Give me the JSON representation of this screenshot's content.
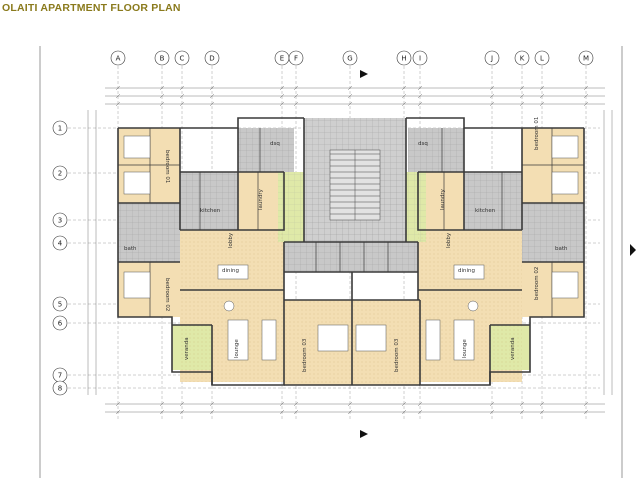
{
  "header": {
    "title": "OLAITI APARTMENT FLOOR PLAN"
  },
  "grid": {
    "columns": [
      "A",
      "B",
      "C",
      "D",
      "E",
      "F",
      "G",
      "H",
      "I",
      "J",
      "K",
      "L",
      "M"
    ],
    "rows": [
      "1",
      "2",
      "3",
      "4",
      "5",
      "6",
      "7",
      "8"
    ]
  },
  "rooms": {
    "bedroom_01_left": "bedroom 01",
    "bedroom_02_left": "bedroom 02",
    "bedroom_01_right": "bedroom 01",
    "bedroom_02_right": "bedroom 02",
    "bedroom_03_left": "bedroom 03",
    "bedroom_03_right": "bedroom 03",
    "kitchen_left": "kitchen",
    "kitchen_right": "kitchen",
    "dining_left": "dining",
    "dining_right": "dining",
    "lounge_left": "lounge",
    "lounge_right": "lounge",
    "veranda_left": "veranda",
    "veranda_right": "veranda",
    "dsq_left": "dsq",
    "dsq_right": "dsq",
    "bath_left": "bath",
    "bath_right": "bath",
    "lobby_left": "lobby",
    "lobby_right": "lobby",
    "laundry_left": "laundry",
    "laundry_right": "laundry"
  },
  "colors": {
    "floor_tan": "#f3deb3",
    "tile_grey": "#c8c8c8",
    "lobby_green": "#dfe9a8",
    "wall": "#3a3a3a",
    "title": "#8a7a1c"
  }
}
